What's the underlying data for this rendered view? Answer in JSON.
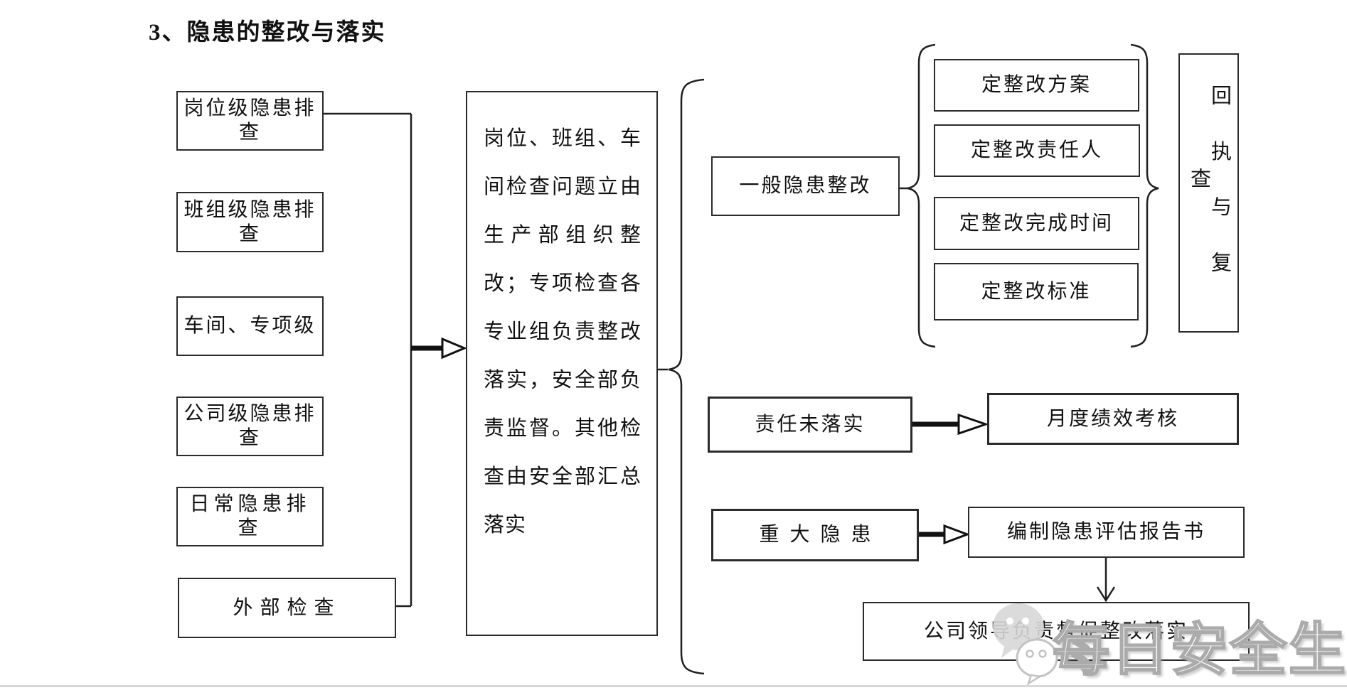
{
  "title": "3、隐患的整改与落实",
  "left_column": {
    "items": [
      {
        "label": "岗位级隐患排查"
      },
      {
        "label": "班组级隐患排查"
      },
      {
        "label": "车间、专项级"
      },
      {
        "label": "公司级隐患排查"
      },
      {
        "label": "日常隐患排查"
      },
      {
        "label": "外部检查"
      }
    ]
  },
  "process_box": {
    "text": "岗位、班组、车间检查问题立由生产部组织整改；专项检查各专业组负责整改落实，安全部负责监督。其他检查由安全部汇总落实"
  },
  "branches": {
    "general": {
      "label": "一般隐患整改",
      "actions": [
        "定整改方案",
        "定整改责任人",
        "定整改完成时间",
        "定整改标准"
      ],
      "result": "回执与复查"
    },
    "unfulfilled": {
      "label": "责任未落实",
      "result": "月度绩效考核"
    },
    "major": {
      "label": "重大隐患",
      "report": "编制隐患评估报告书",
      "final": "公司领导负责督促整改落实"
    }
  },
  "watermark": {
    "text": "每日安全生产",
    "logo": "wechat-logo",
    "color": "#ababab"
  },
  "colors": {
    "line": "#1f1f1f",
    "background": "#ffffff"
  }
}
